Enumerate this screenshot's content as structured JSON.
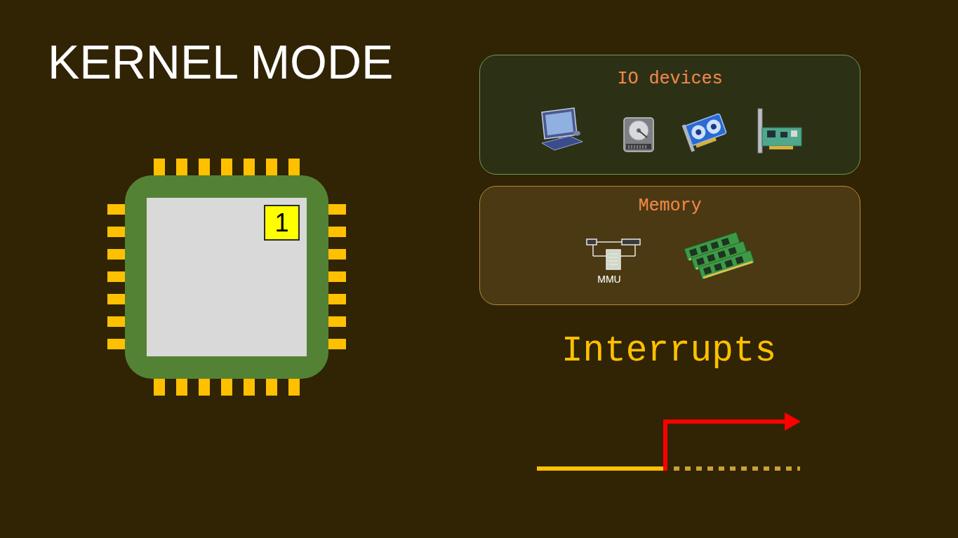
{
  "diagram": {
    "title": "KERNEL MODE",
    "nodes": [
      {
        "text": [
          "IO devices"
        ]
      },
      {
        "text": [
          "Memory"
        ]
      },
      {
        "text": [
          "1"
        ]
      }
    ],
    "labels": [
      "MMU",
      "Interrupts"
    ]
  }
}
